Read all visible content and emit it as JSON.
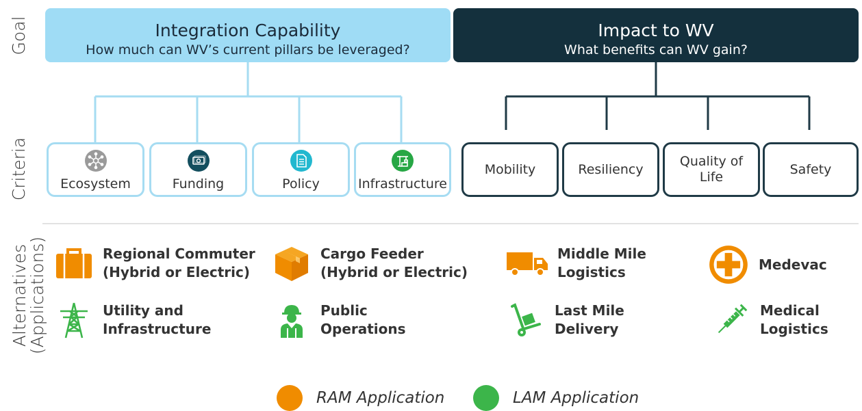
{
  "row_labels": {
    "goal": "Goal",
    "criteria": "Criteria",
    "alternatives_line1": "Alternatives",
    "alternatives_line2": "(Applications)"
  },
  "goals": {
    "integration": {
      "title": "Integration Capability",
      "subtitle": "How much can WV’s current pillars be leveraged?",
      "color": "#9fdcf5"
    },
    "impact": {
      "title": "Impact to WV",
      "subtitle": "What benefits can WV gain?",
      "color": "#14303d"
    }
  },
  "criteria": {
    "integration": [
      {
        "label": "Ecosystem",
        "icon": "network-icon",
        "color": "#9a9a9a"
      },
      {
        "label": "Funding",
        "icon": "money-icon",
        "color": "#134e5e"
      },
      {
        "label": "Policy",
        "icon": "document-icon",
        "color": "#22b8cf"
      },
      {
        "label": "Infrastructure",
        "icon": "crane-icon",
        "color": "#27a745"
      }
    ],
    "impact": [
      {
        "label": "Mobility"
      },
      {
        "label": "Resiliency"
      },
      {
        "label": "Quality of Life",
        "line1": "Quality of",
        "line2": "Life"
      },
      {
        "label": "Safety"
      }
    ]
  },
  "alternatives": [
    {
      "line1": "Regional Commuter",
      "line2": "(Hybrid or Electric)",
      "icon": "suitcase-icon",
      "type": "RAM"
    },
    {
      "line1": "Cargo Feeder",
      "line2": "(Hybrid or Electric)",
      "icon": "package-icon",
      "type": "RAM"
    },
    {
      "line1": "Middle Mile",
      "line2": "Logistics",
      "icon": "truck-icon",
      "type": "RAM"
    },
    {
      "line1": "Medevac",
      "line2": "",
      "icon": "medical-cross-icon",
      "type": "RAM"
    },
    {
      "line1": "Utility and",
      "line2": "Infrastructure",
      "icon": "power-tower-icon",
      "type": "LAM"
    },
    {
      "line1": "Public",
      "line2": "Operations",
      "icon": "worker-icon",
      "type": "LAM"
    },
    {
      "line1": "Last Mile",
      "line2": "Delivery",
      "icon": "hand-truck-icon",
      "type": "LAM"
    },
    {
      "line1": "Medical",
      "line2": "Logistics",
      "icon": "syringe-icon",
      "type": "LAM"
    }
  ],
  "legend": [
    {
      "label": "RAM Application",
      "color": "#f08c00"
    },
    {
      "label": "LAM Application",
      "color": "#3cb54a"
    }
  ],
  "colors": {
    "ram": "#f08c00",
    "lam": "#3cb54a",
    "light_line": "#a6dcf2",
    "dark_line": "#1f3a46"
  }
}
